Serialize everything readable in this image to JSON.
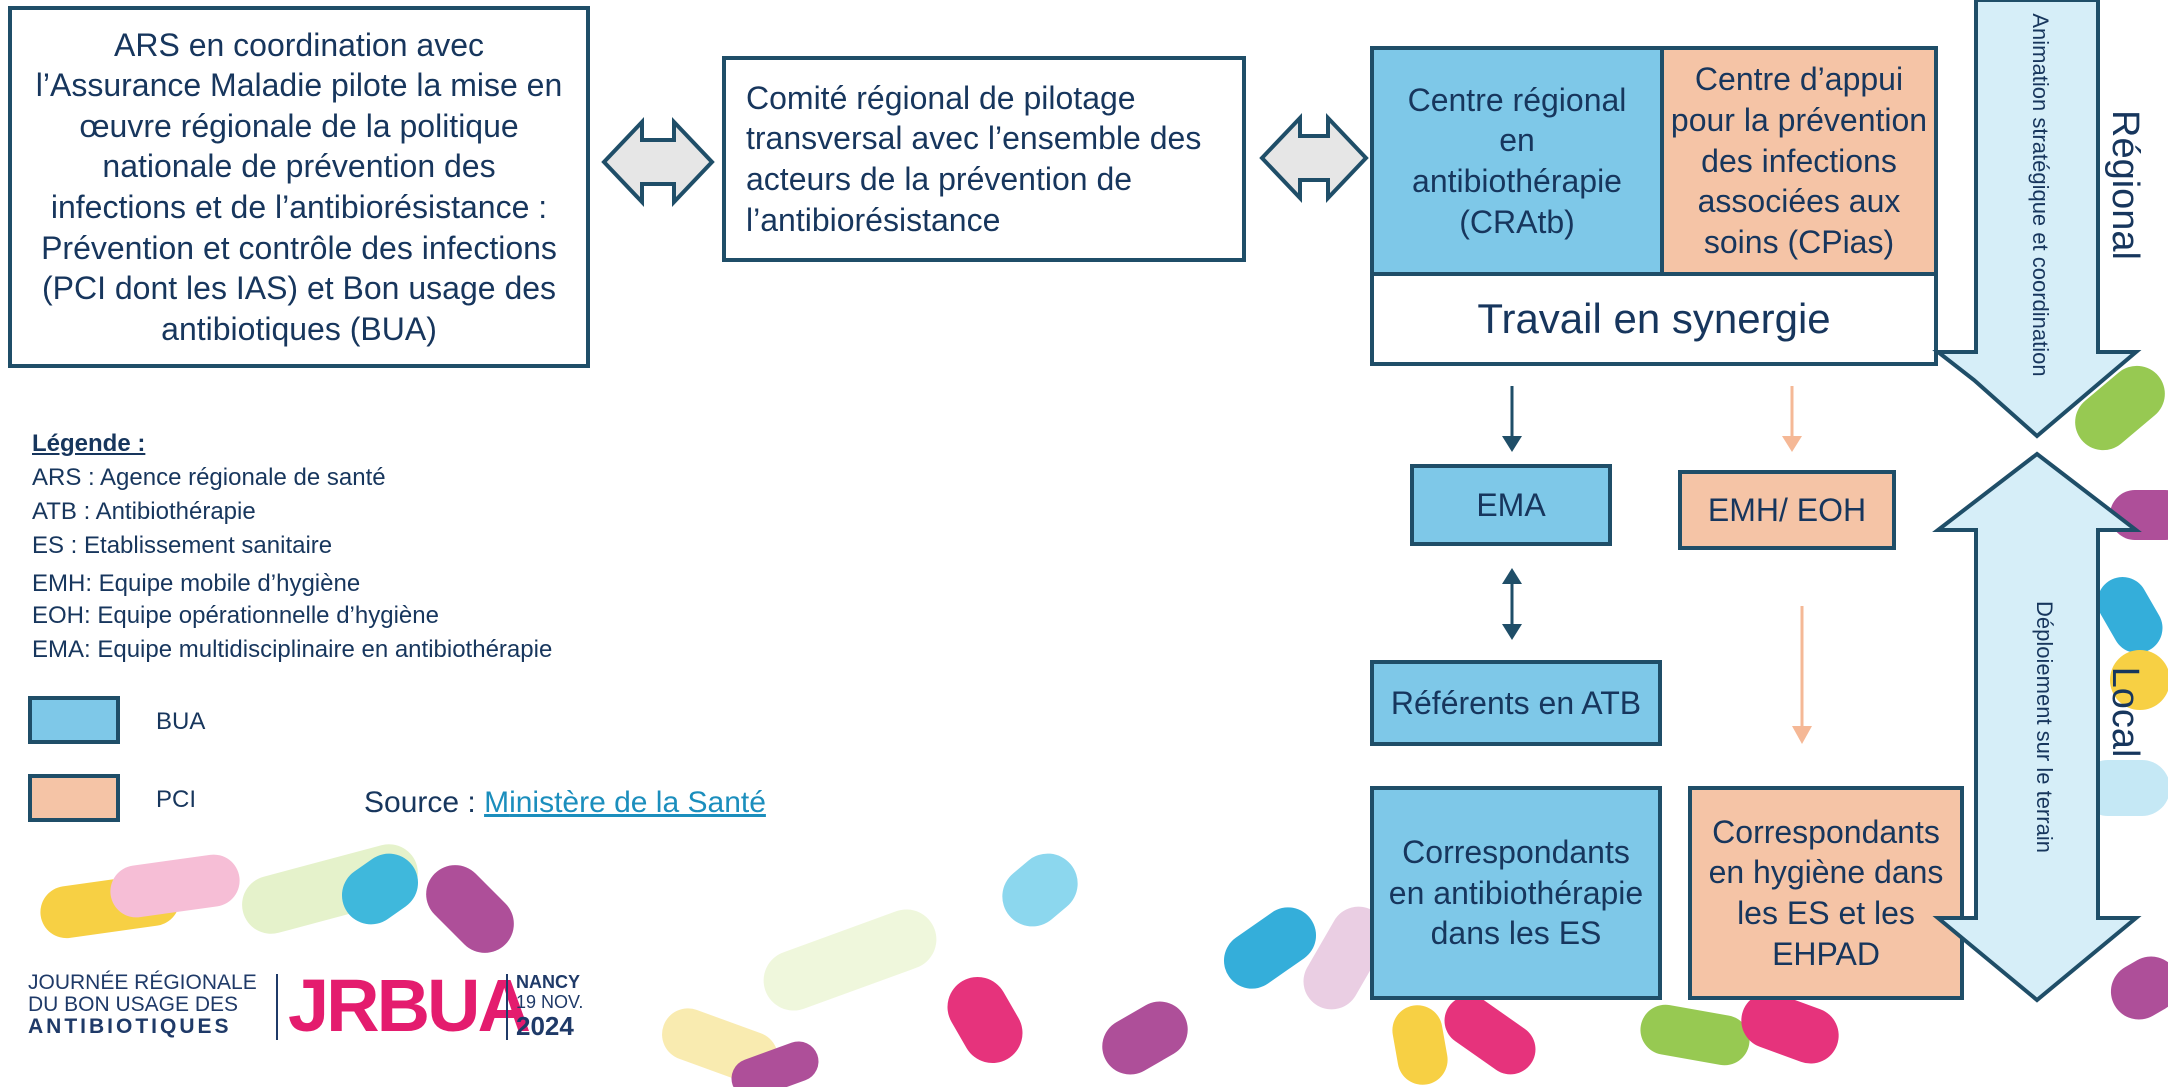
{
  "boxes": {
    "ars": "ARS en coordination avec l’Assurance Maladie  pilote la mise en œuvre régionale de la politique nationale de prévention des infections et de l’antibiorésistance : Prévention et contrôle des infections (PCI dont les IAS) et Bon usage des antibiotiques (BUA)",
    "comite": "Comité régional de pilotage transversal avec l’ensemble des acteurs de la prévention de l’antibiorésistance",
    "cratb": "Centre régional en antibiothérapie (CRAtb)",
    "cpias": "Centre d’appui pour la prévention des infections associées aux soins (CPias)",
    "synergie": "Travail en synergie",
    "ema": "EMA",
    "emh": "EMH/ EOH",
    "referents": "Référents en ATB",
    "corr_atb": "Correspondants en antibiothérapie dans les ES",
    "corr_hyg": "Correspondants en hygiène dans les ES et les EHPAD"
  },
  "side": {
    "regional": "Régional",
    "local": "Local",
    "animation": "Animation stratégique et coordination",
    "deploiement": "Déploiement sur le terrain"
  },
  "legend": {
    "title": "Légende :",
    "lines": [
      "ARS : Agence régionale de santé",
      "ATB : Antibiothérapie",
      "ES : Etablissement sanitaire",
      "EMH: Equipe mobile d’hygiène",
      "EOH: Equipe opérationnelle d’hygiène",
      "EMA: Equipe multidisciplinaire en antibiothérapie"
    ],
    "bua": "BUA",
    "pci": "PCI"
  },
  "source": {
    "prefix": "Source : ",
    "first_letter": "M",
    "link": "inistère de la Santé"
  },
  "logo": {
    "line1": "JOURNÉE RÉGIONALE",
    "line2": "DU BON USAGE DES",
    "line3": "ANTIBIOTIQUES",
    "brand": "JRBUA",
    "city": "NANCY",
    "date": "19 NOV.",
    "year": "2024"
  },
  "colors": {
    "bua": "#7ec8e8",
    "pci": "#f5c4a6",
    "border": "#1f4e68",
    "link": "#1b8ebd",
    "arrow_fill": "#d6eef8"
  }
}
